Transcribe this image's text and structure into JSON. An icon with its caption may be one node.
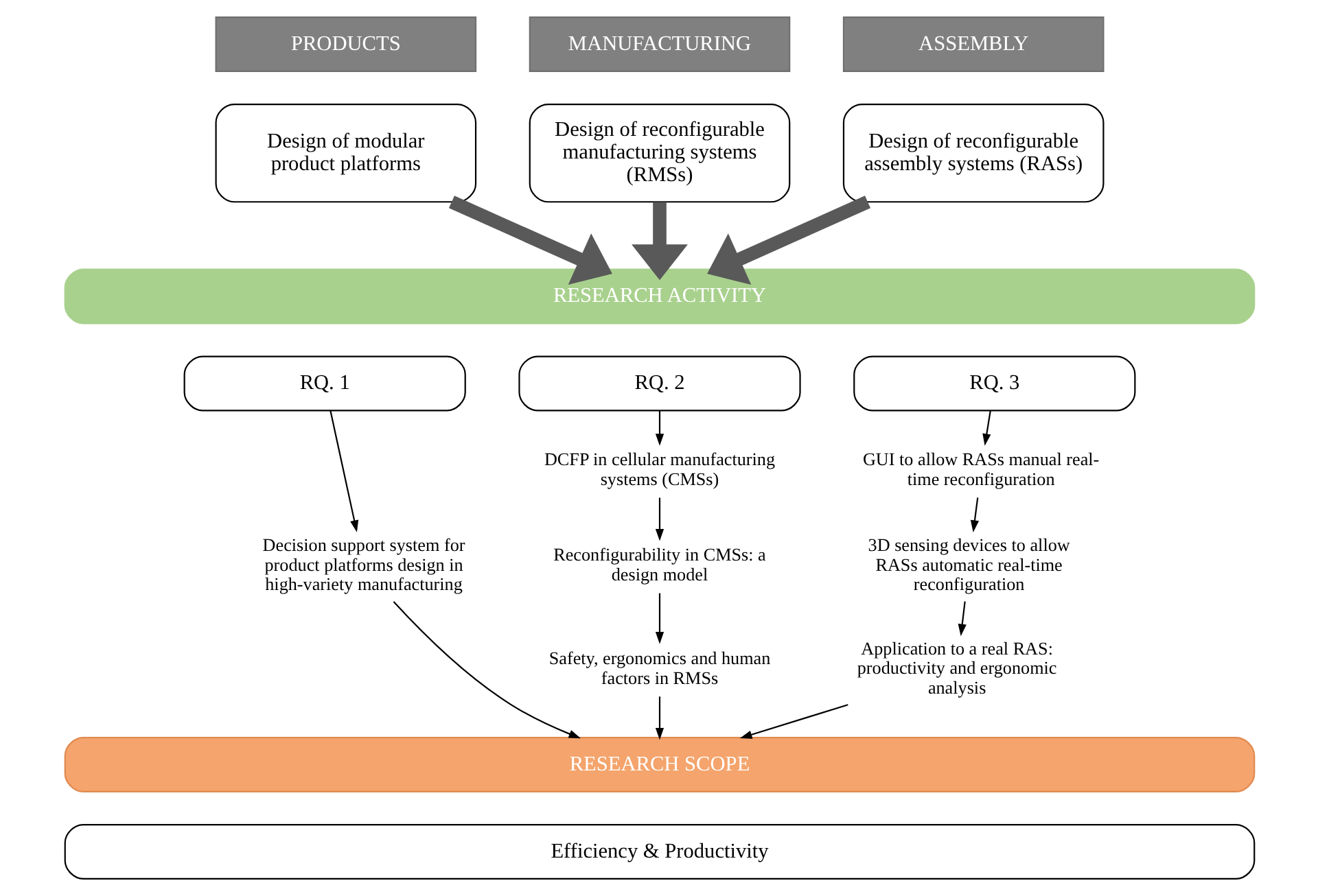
{
  "diagram": {
    "nodes": [
      {
        "text": [
          "PRODUCTS"
        ]
      },
      {
        "text": [
          "Design of modular product platforms"
        ]
      },
      {
        "text": [
          "MANUFACTURING"
        ]
      },
      {
        "text": [
          "Design of reconfigurable manufacturing systems (RMSs)"
        ]
      },
      {
        "text": [
          "ASSEMBLY"
        ]
      },
      {
        "text": [
          "Design of reconfigurable assembly systems (RASs)"
        ]
      },
      {
        "text": [
          "RESEARCH ACTIVITY"
        ]
      },
      {
        "text": [
          "RQ. 1"
        ]
      },
      {
        "text": [
          "RQ. 2"
        ]
      },
      {
        "text": [
          "RQ. 3"
        ]
      },
      {
        "text": [
          "Decision support system for product platforms design in high-variety manufacturing"
        ]
      },
      {
        "text": [
          "DCFP in cellular manufacturing systems (CMSs)"
        ]
      },
      {
        "text": [
          "Reconfigurability in CMSs: a design model"
        ]
      },
      {
        "text": [
          "Safety, ergonomics and human factors in RMSs"
        ]
      },
      {
        "text": [
          "GUI to allow RASs manual real-time reconfiguration"
        ]
      },
      {
        "text": [
          "3D sensing devices to allow RASs automatic real-time reconfiguration"
        ]
      },
      {
        "text": [
          "Application to a real RAS: productivity and ergonomic analysis"
        ]
      },
      {
        "text": [
          "RESEARCH SCOPE"
        ]
      },
      {
        "text": [
          "Efficiency & Productivity"
        ]
      }
    ],
    "edges": [
      {
        "from": 1,
        "to": 6,
        "arrow": "to",
        "style": "thick",
        "color": "#595959"
      },
      {
        "from": 3,
        "to": 6,
        "arrow": "to",
        "style": "thick",
        "color": "#595959"
      },
      {
        "from": 5,
        "to": 6,
        "arrow": "to",
        "style": "thick",
        "color": "#595959"
      },
      {
        "from": 7,
        "to": 10,
        "arrow": "to"
      },
      {
        "from": 10,
        "to": 17,
        "arrow": "to"
      },
      {
        "from": 8,
        "to": 11,
        "arrow": "to"
      },
      {
        "from": 11,
        "to": 12,
        "arrow": "to"
      },
      {
        "from": 12,
        "to": 13,
        "arrow": "to"
      },
      {
        "from": 13,
        "to": 17,
        "arrow": "to"
      },
      {
        "from": 9,
        "to": 14,
        "arrow": "to"
      },
      {
        "from": 14,
        "to": 15,
        "arrow": "to"
      },
      {
        "from": 15,
        "to": 16,
        "arrow": "to"
      },
      {
        "from": 16,
        "to": 17,
        "arrow": "to"
      }
    ]
  }
}
